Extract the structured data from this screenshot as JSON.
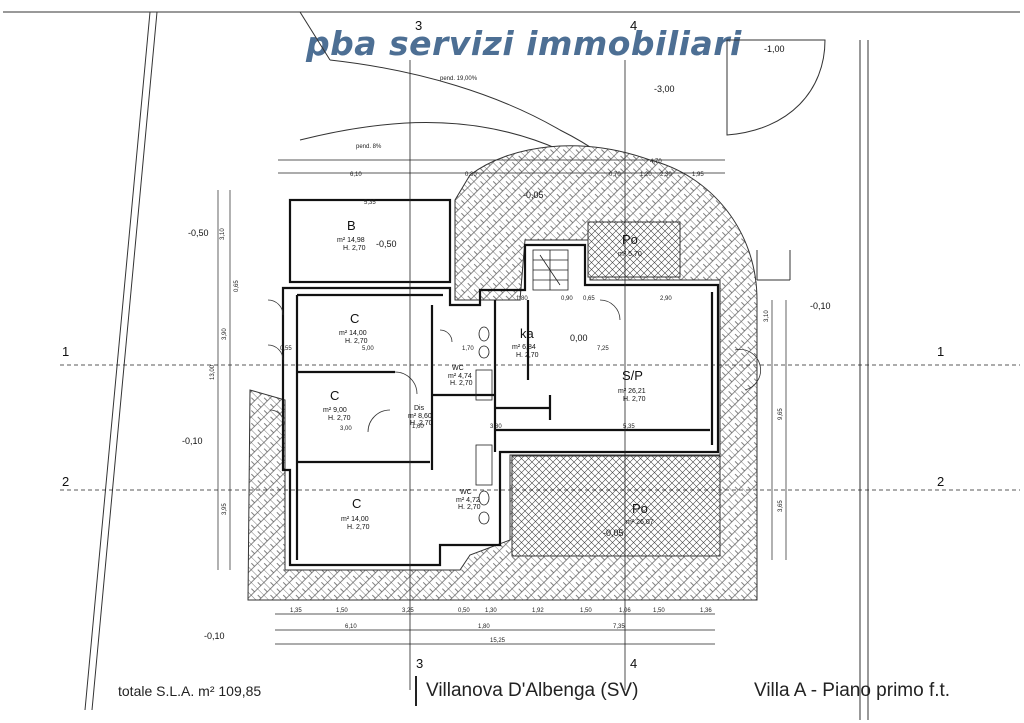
{
  "header": {
    "brand": "pba servizi immobiliari"
  },
  "footer": {
    "sla": "totale S.L.A.  m² 109,85",
    "location": "Villanova D'Albenga (SV)",
    "title": "Villa A - Piano primo f.t."
  },
  "rooms": [
    {
      "code": "B",
      "area": "m² 14,98",
      "height": "H. 2,70"
    },
    {
      "code": "C",
      "area": "m² 14,00",
      "height": "H. 2,70"
    },
    {
      "code": "C",
      "area": "m² 9,00",
      "height": "H. 2,70"
    },
    {
      "code": "C",
      "area": "m² 14,00",
      "height": "H. 2,70"
    },
    {
      "code": "ka",
      "area": "m² 6,84",
      "height": "H. 2,70"
    },
    {
      "code": "S/P",
      "area": "m² 26,21",
      "height": "H. 2,70"
    },
    {
      "code": "Po",
      "area": "m² 5,70",
      "height": ""
    },
    {
      "code": "Po",
      "area": "m² 26,07",
      "height": ""
    },
    {
      "code": "Dis",
      "area": "m² 8,60",
      "height": "H. 2,70"
    },
    {
      "code": "WC",
      "area": "m² 4,74",
      "height": "H. 2,70"
    },
    {
      "code": "WC",
      "area": "m² 4,72",
      "height": "H. 2,70"
    }
  ],
  "levels": [
    "-1,00",
    "-3,00",
    "-0,05",
    "-0,50",
    "-0,50",
    "-0,10",
    "0,00",
    "-0,10",
    "-0,05",
    "-0,10"
  ],
  "slopes": [
    "pend. 19,00%",
    "pend. 8%"
  ],
  "section_marks": [
    "1",
    "1",
    "2",
    "2",
    "3",
    "3",
    "4",
    "4"
  ],
  "dimensions": {
    "top_row": [
      "6,10",
      "0,30",
      "0,70",
      "1,20",
      "2,30",
      "1,95"
    ],
    "top_extra": [
      "4,70"
    ],
    "bottom_row_1": [
      "1,35",
      "1,50",
      "3,25",
      "0,50",
      "1,30",
      "1,92",
      "1,50",
      "1,06",
      "1,50",
      "1,36"
    ],
    "bottom_row_2": [
      "6,10",
      "1,80",
      "7,35"
    ],
    "bottom_total": [
      "15,25"
    ],
    "left_col": [
      "3,10",
      "0,65",
      "3,90",
      "13,00",
      "3,95"
    ],
    "right_col": [
      "3,10",
      "9,65",
      "3,65"
    ],
    "interior": [
      "5,35",
      "5,00",
      "3,00",
      "1,70",
      "1,80",
      "0,90",
      "0,65",
      "2,90",
      "7,25",
      "5,35",
      "3,80",
      "1,60",
      "0,55"
    ]
  }
}
